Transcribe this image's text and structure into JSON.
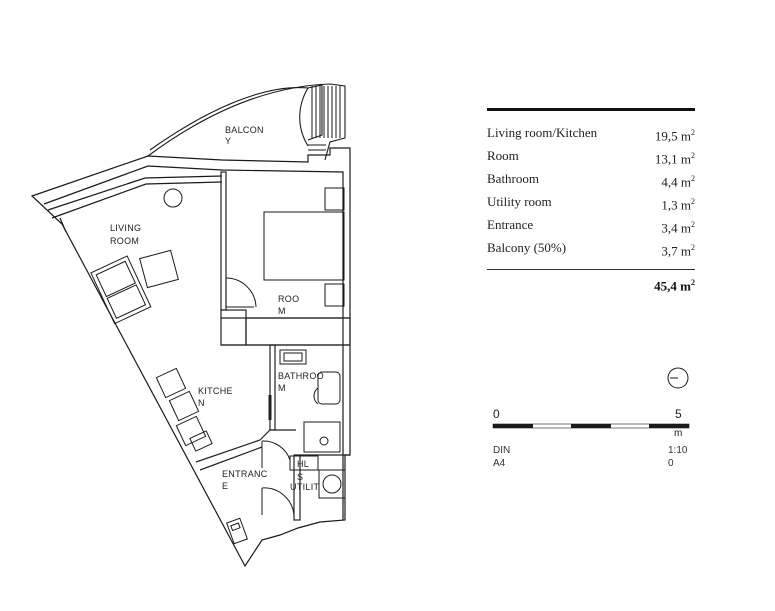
{
  "rooms": {
    "balcony": [
      "BALCON",
      "Y"
    ],
    "living": [
      "LIVING",
      "ROOM"
    ],
    "room": [
      "ROO",
      "M"
    ],
    "kitchen": [
      "KITCHE",
      "N"
    ],
    "bathroom": [
      "BATHROO",
      "M"
    ],
    "hl": "HL",
    "entrance": [
      "ENTRANC",
      "E"
    ],
    "utility": [
      "S",
      "UTILIT"
    ]
  },
  "areas": [
    {
      "name": "Living room/Kitchen",
      "value": "19,5 m",
      "unit_sup": "2"
    },
    {
      "name": "Room",
      "value": "13,1 m",
      "unit_sup": "2"
    },
    {
      "name": "Bathroom",
      "value": "4,4 m",
      "unit_sup": "2"
    },
    {
      "name": "Utility room",
      "value": "1,3 m",
      "unit_sup": "2"
    },
    {
      "name": "Entrance",
      "value": "3,4 m",
      "unit_sup": "2"
    },
    {
      "name": "Balcony (50%)",
      "value": "3,7 m",
      "unit_sup": "2"
    }
  ],
  "total": {
    "value": "45,4 m",
    "unit_sup": "2"
  },
  "scale": {
    "start": "0",
    "end": "5",
    "unit": "m"
  },
  "meta": {
    "din": "DIN",
    "a4": "A4",
    "ratio": "1:10",
    "ratio_suffix": "0"
  },
  "colors": {
    "line": "#1a1a1a",
    "wall": "#222222"
  }
}
